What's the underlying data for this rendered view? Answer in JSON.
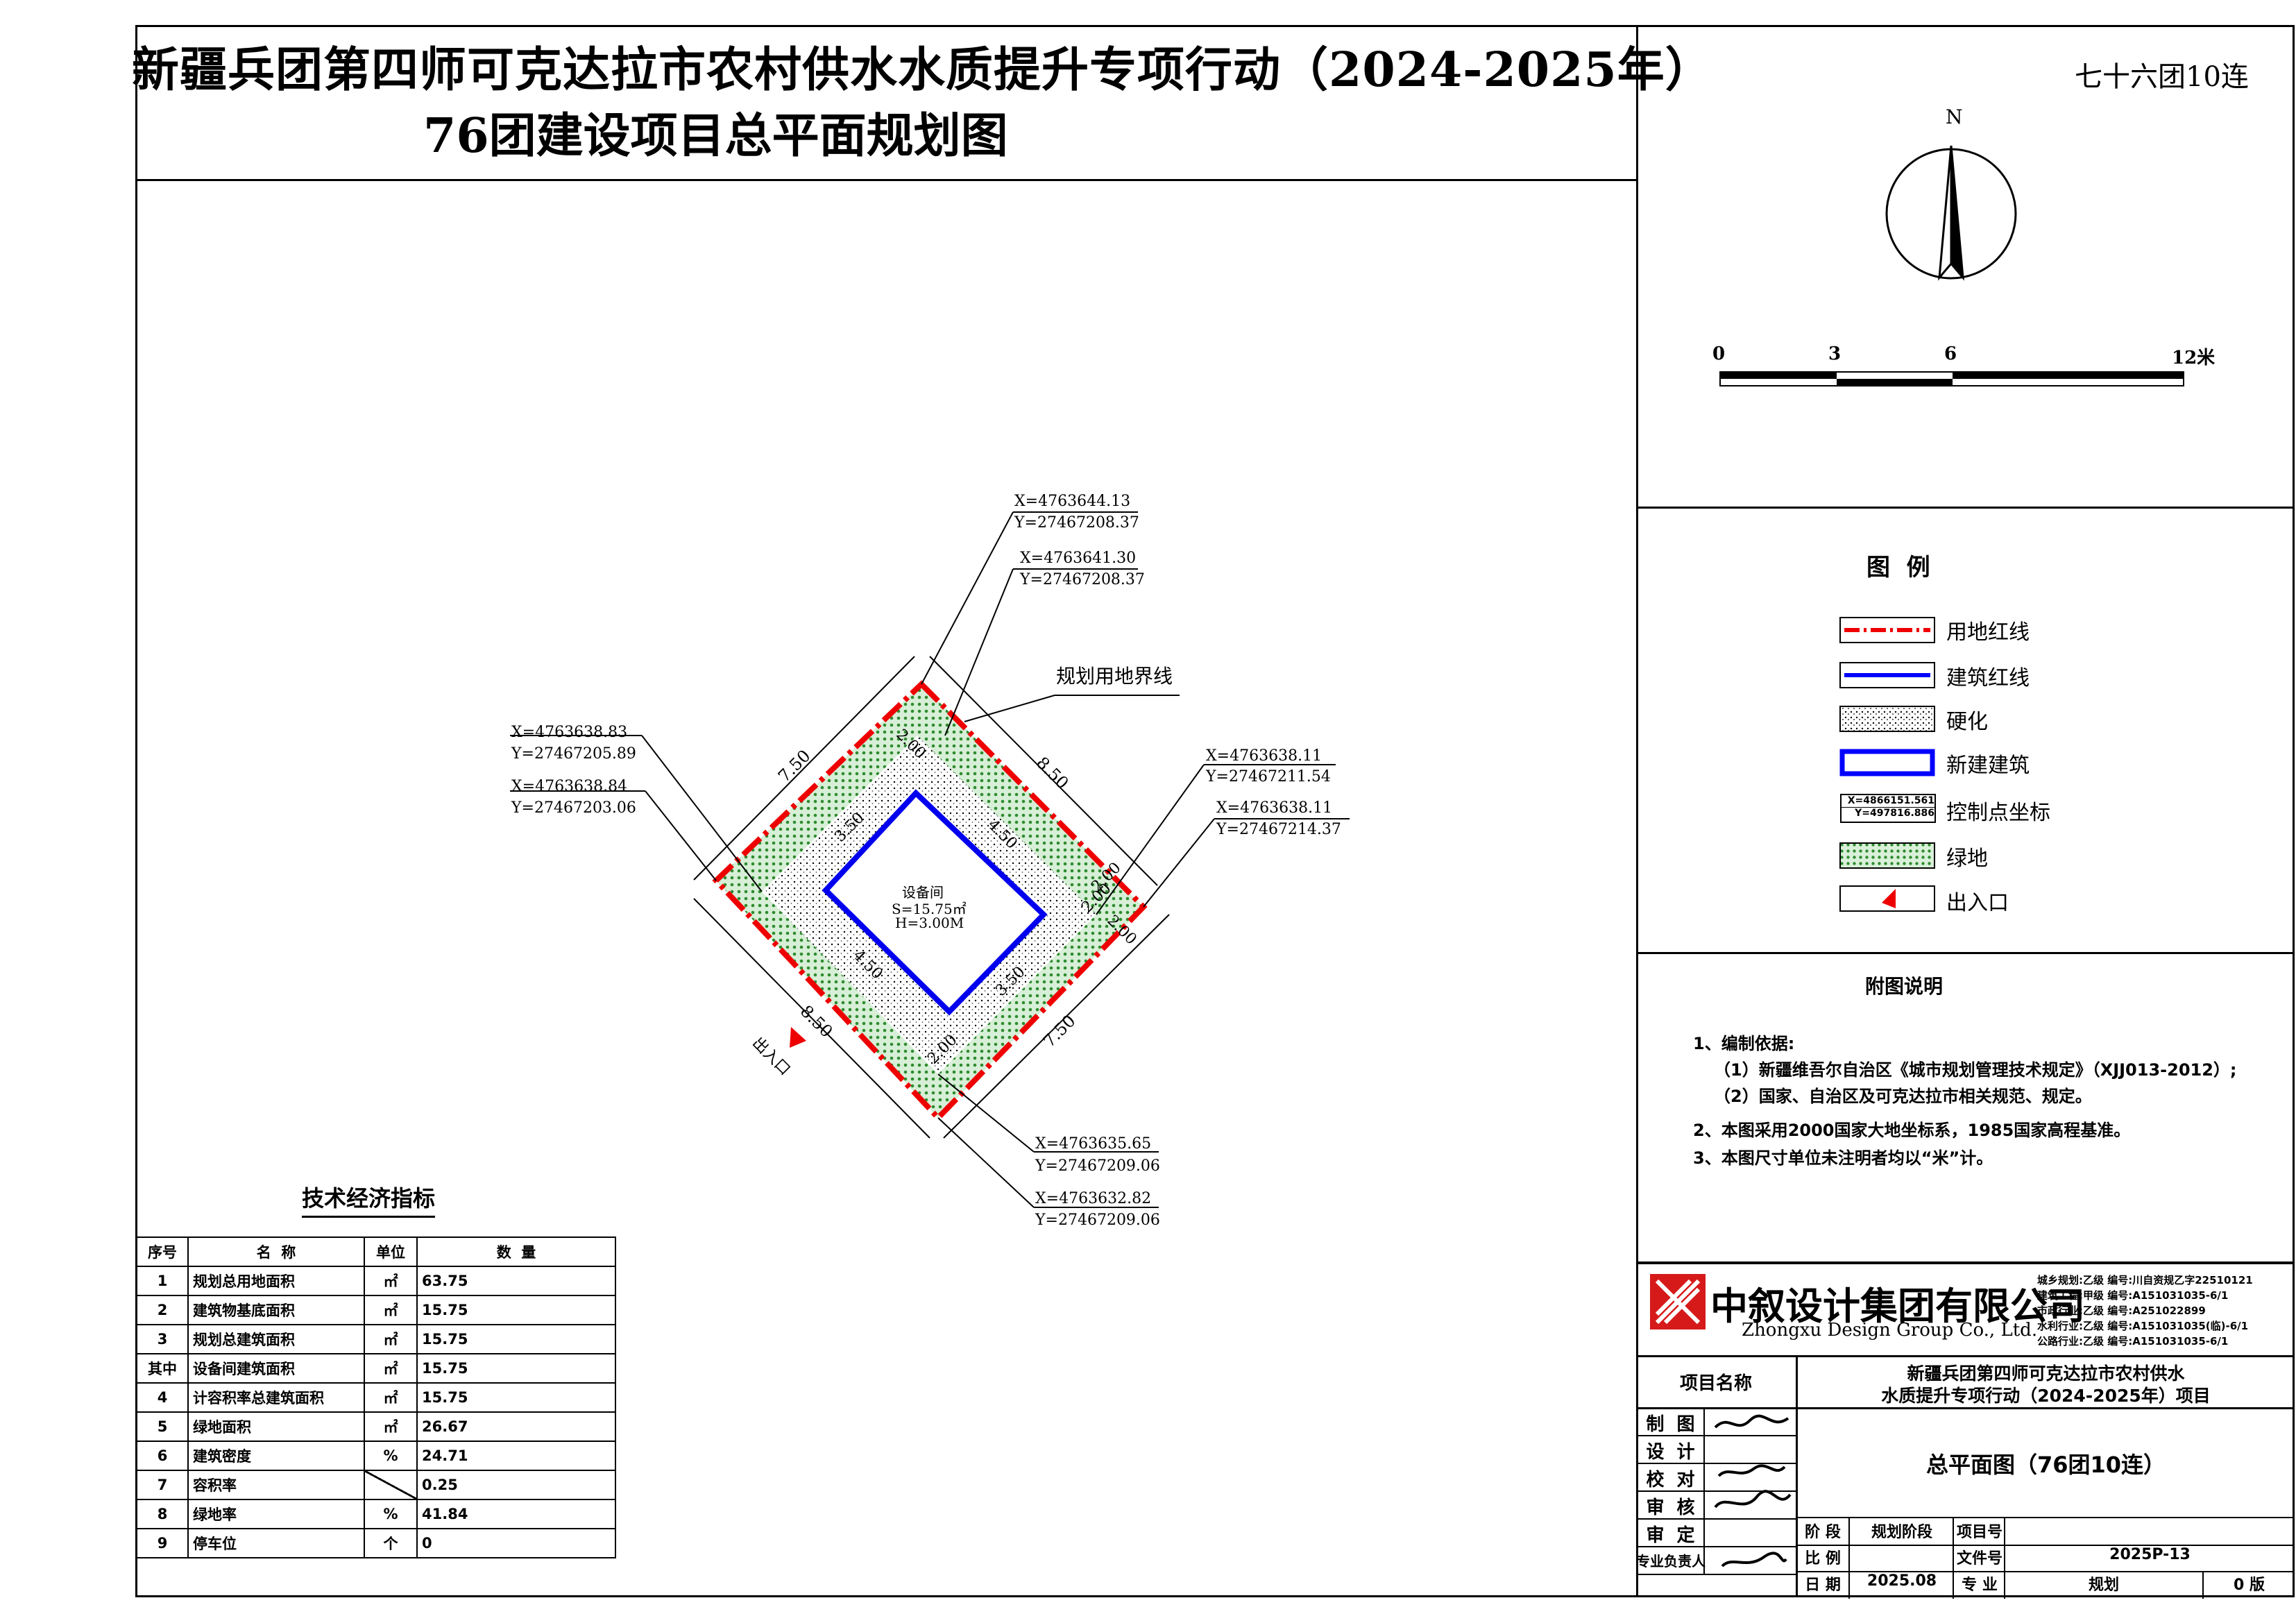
{
  "title": {
    "line1": "新疆兵团第四师可克达拉市农村供水水质提升专项行动（2024-2025年）",
    "line2": "76团建设项目总平面规划图"
  },
  "corner_label": "七十六团10连",
  "north_label": "N",
  "scale": {
    "ticks": [
      "0",
      "3",
      "6",
      "12米"
    ]
  },
  "legend": {
    "title": "图  例",
    "items": [
      {
        "label": "用地红线",
        "icon": "red-dash-line"
      },
      {
        "label": "建筑红线",
        "icon": "blue-line"
      },
      {
        "label": "硬化",
        "icon": "stipple-pattern"
      },
      {
        "label": "新建建筑",
        "icon": "blue-rectangle"
      },
      {
        "label": "控制点坐标",
        "icon": "coordinate-box",
        "sample_x": "X=4866151.561",
        "sample_y": "Y=497816.886"
      },
      {
        "label": "绿地",
        "icon": "green-dot-pattern"
      },
      {
        "label": "出入口",
        "icon": "red-triangle"
      }
    ]
  },
  "notes": {
    "title": "附图说明",
    "lines": [
      "1、编制依据:",
      "（1）新疆维吾尔自治区《城市规划管理技术规定》（XJJ013-2012）;",
      "（2）国家、自治区及可克达拉市相关规范、规定。",
      "2、本图采用2000国家大地坐标系，1985国家高程基准。",
      "3、本图尺寸单位未注明者均以“米”计。"
    ]
  },
  "company": {
    "name_cn": "中叙设计集团有限公司",
    "name_en": "Zhongxu Design Group Co., Ltd.",
    "quals": [
      "城乡规划:乙级    编号:川自资规乙字22510121",
      "建筑工程:甲级    编号:A151031035-6/1",
      "市政行业:乙级    编号:A251022899",
      "水利行业:乙级    编号:A151031035(临)-6/1",
      "公路行业:乙级    编号:A151031035-6/1"
    ]
  },
  "titleblock": {
    "project_name_label": "项目名称",
    "project_name": [
      "新疆兵团第四师可克达拉市农村供水",
      "水质提升专项行动（2024-2025年）项目"
    ],
    "roles": [
      "制  图",
      "设  计",
      "校  对",
      "审  核",
      "审  定",
      "专业负责人"
    ],
    "drawing_name": "总平面图（76团10连）",
    "stage_label": "阶 段",
    "stage_value": "规划阶段",
    "item_no_label": "项目号",
    "scale_label": "比 例",
    "file_no_label": "文件号",
    "file_no": "2025P-13",
    "date_label": "日 期",
    "date": "2025.08",
    "major_label": "专 业",
    "major": "规划",
    "version": "0 版"
  },
  "plan": {
    "boundary_label": "规划用地界线",
    "entrance_label": "出入口",
    "building": {
      "name": "设备间",
      "area": "S=15.75㎡",
      "height": "H=3.00M"
    },
    "coords": [
      {
        "x": "X=4763644.13",
        "y": "Y=27467208.37"
      },
      {
        "x": "X=4763641.30",
        "y": "Y=27467208.37"
      },
      {
        "x": "X=4763638.83",
        "y": "Y=27467205.89"
      },
      {
        "x": "X=4763638.84",
        "y": "Y=27467203.06"
      },
      {
        "x": "X=4763638.11",
        "y": "Y=27467211.54"
      },
      {
        "x": "X=4763638.11",
        "y": "Y=27467214.37"
      },
      {
        "x": "X=4763635.65",
        "y": "Y=27467209.06"
      },
      {
        "x": "X=4763632.82",
        "y": "Y=27467209.06"
      }
    ],
    "dims": {
      "outer_nw": "7.50",
      "outer_ne": "8.50",
      "outer_sw": "8.50",
      "outer_se": "7.50",
      "nw_gap": "2.00",
      "ne_len": "4.50",
      "nw_len": "3.50",
      "ne_gap": "2.00",
      "se_gap_a": "2.00",
      "se_gap_b": "2.00",
      "sw_len": "4.50",
      "se_len": "3.50",
      "sw_gap": "2.00"
    }
  },
  "tech_table": {
    "title": "技术经济指标",
    "headers": [
      "序号",
      "名  称",
      "单位",
      "数  量"
    ],
    "rows": [
      [
        "1",
        "规划总用地面积",
        "㎡",
        "63.75"
      ],
      [
        "2",
        "建筑物基底面积",
        "㎡",
        "15.75"
      ],
      [
        "3",
        "规划总建筑面积",
        "㎡",
        "15.75"
      ],
      [
        "其中",
        "设备间建筑面积",
        "㎡",
        "15.75"
      ],
      [
        "4",
        "计容积率总建筑面积",
        "㎡",
        "15.75"
      ],
      [
        "5",
        "绿地面积",
        "㎡",
        "26.67"
      ],
      [
        "6",
        "建筑密度",
        "%",
        "24.71"
      ],
      [
        "7",
        "容积率",
        "",
        "0.25"
      ],
      [
        "8",
        "绿地率",
        "%",
        "41.84"
      ],
      [
        "9",
        "停车位",
        "个",
        "0"
      ]
    ]
  }
}
